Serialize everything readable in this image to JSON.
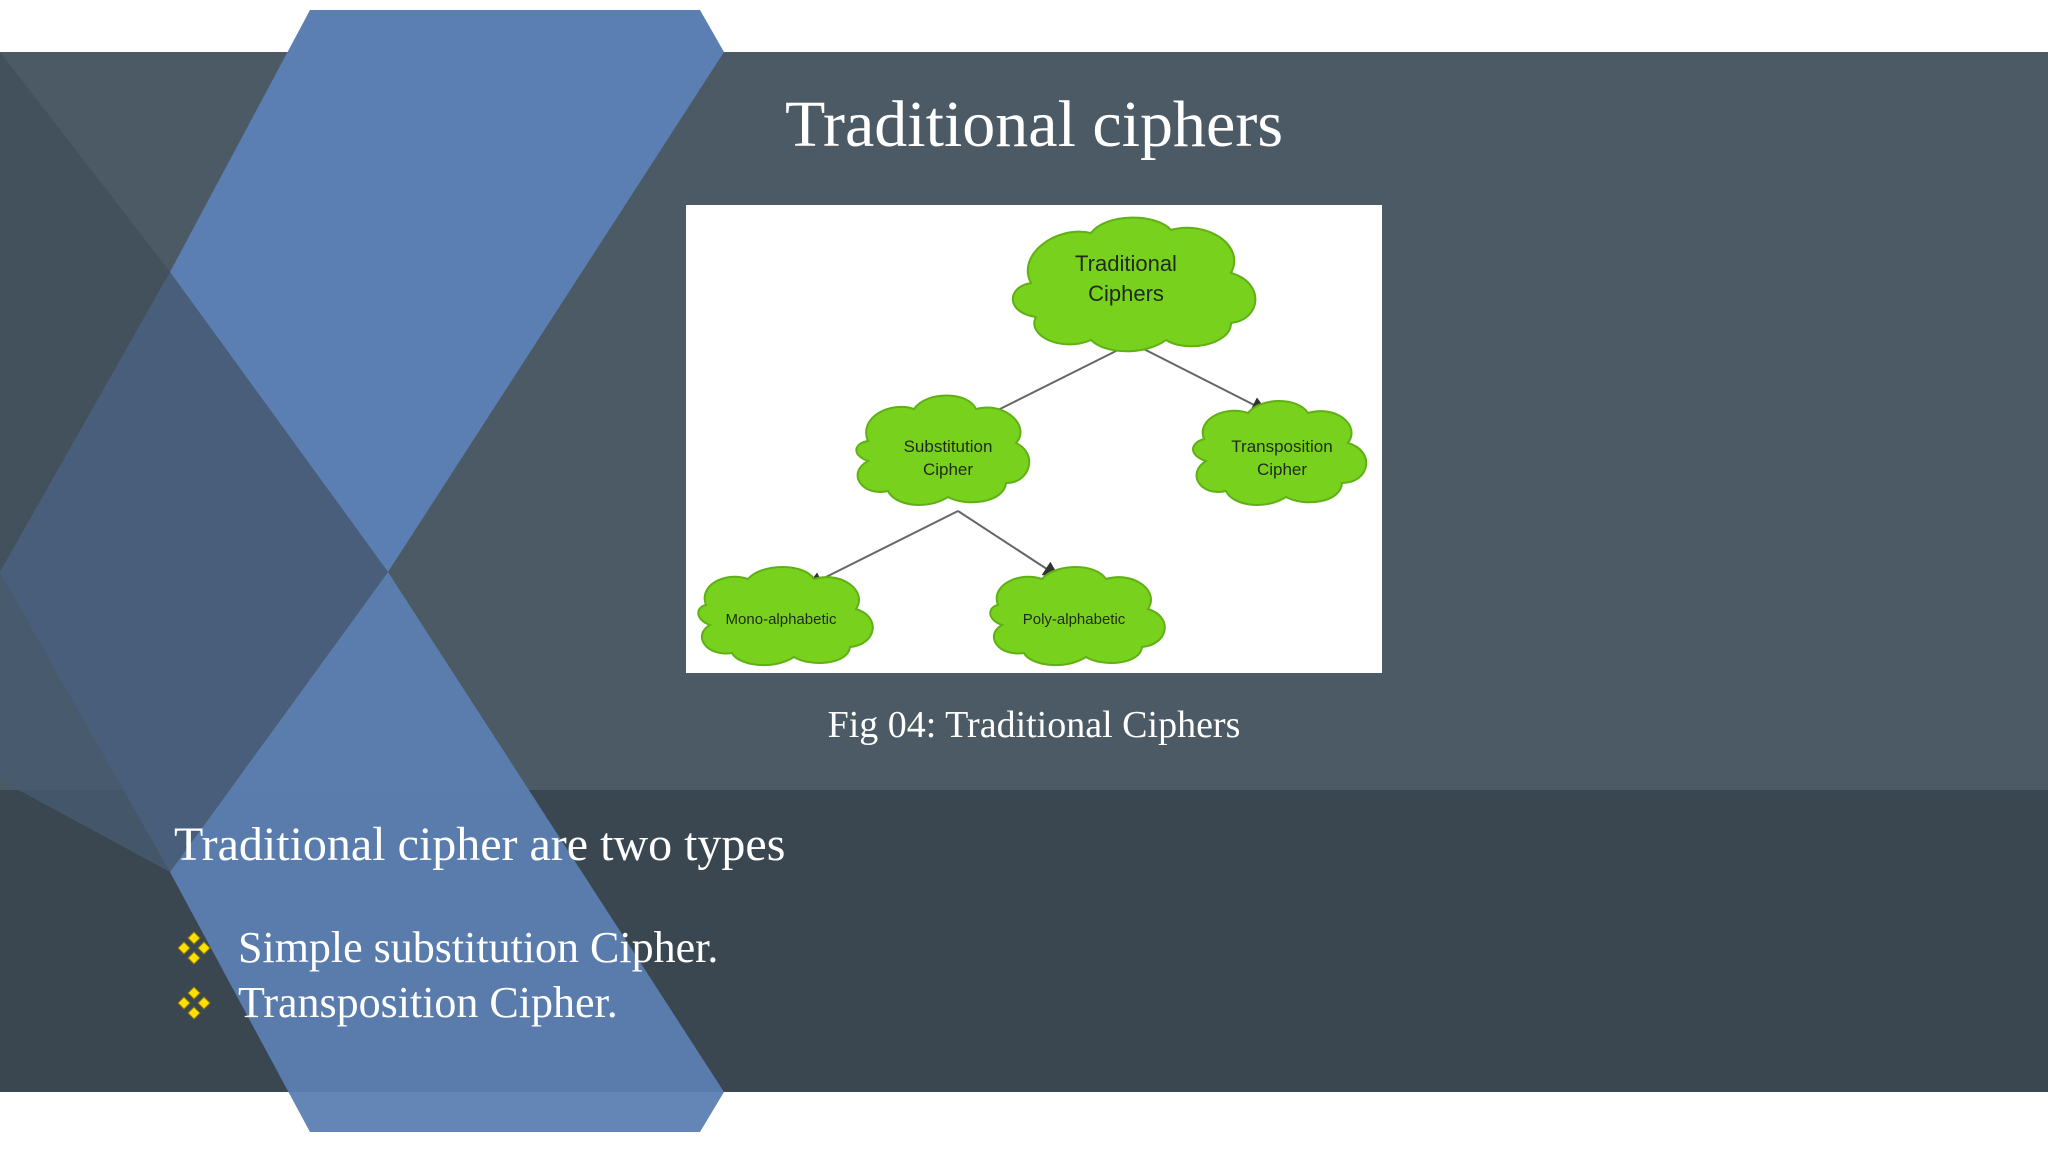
{
  "slide": {
    "title": "Traditional ciphers",
    "caption": "Fig 04: Traditional Ciphers",
    "intro": "Traditional cipher are two types",
    "bullets": [
      "Simple substitution Cipher.",
      "Transposition Cipher."
    ],
    "bullet_icon": "four-diamond-bullet-icon"
  },
  "diagram": {
    "nodes": {
      "root": [
        "Traditional",
        "Ciphers"
      ],
      "substitution": [
        "Substitution",
        "Cipher"
      ],
      "transposition": [
        "Transposition",
        "Cipher"
      ],
      "mono": "Mono-alphabetic",
      "poly": "Poly-alphabetic"
    }
  },
  "colors": {
    "band_top": "#4b5a65",
    "band_bottom": "#3a4650",
    "accent_blue": "#5b7fb2",
    "cloud_green": "#78d21d",
    "bullet_yellow": "#ffe000"
  }
}
